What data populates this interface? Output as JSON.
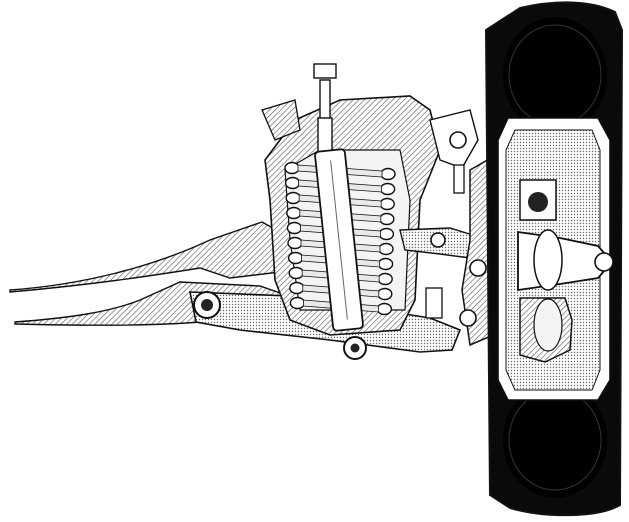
{
  "colors": {
    "background": "#ffffff",
    "ink": "#111111",
    "tire": "#0a0a0a",
    "hatch": "#555555",
    "light_fill": "#f4f4f4"
  },
  "parts": [
    "tire",
    "wheel-rim",
    "hub-assembly",
    "brake-drum",
    "coil-spring",
    "shock-absorber",
    "lower-control-arm",
    "upper-control-arm",
    "subframe",
    "pivot-bushing",
    "ball-joint",
    "steering-knuckle"
  ]
}
